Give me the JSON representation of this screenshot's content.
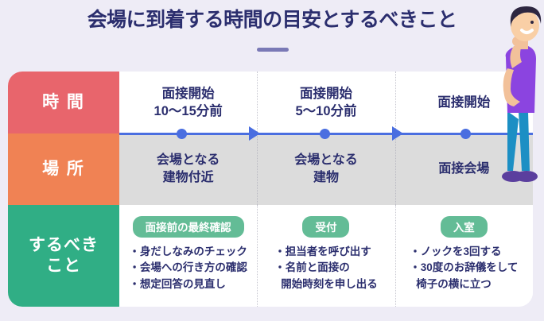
{
  "page": {
    "title": "会場に到着する時間の目安とするべきこと",
    "background_color": "#eeecf6",
    "title_color": "#2b2e6e",
    "underline_color": "#7a79b6"
  },
  "table": {
    "rows": [
      {
        "label": "時 間",
        "label_color": "#e8656c",
        "cells": [
          {
            "line1": "面接開始",
            "line2": "10〜15分前"
          },
          {
            "line1": "面接開始",
            "line2": "5〜10分前"
          },
          {
            "line1": "面接開始",
            "line2": ""
          }
        ]
      },
      {
        "label": "場 所",
        "label_color": "#f08254",
        "cells": [
          {
            "line1": "会場となる",
            "line2": "建物付近"
          },
          {
            "line1": "会場となる",
            "line2": "建物"
          },
          {
            "line1": "面接会場",
            "line2": ""
          }
        ]
      },
      {
        "label_line1": "するべき",
        "label_line2": "こと",
        "label_color": "#30ae85",
        "pill_color": "#63bc96",
        "cells": [
          {
            "pill": "面接前の最終確認",
            "bullets": [
              "・身だしなみのチェック",
              "・会場への行き方の確認",
              "・想定回答の見直し"
            ],
            "continuation": ""
          },
          {
            "pill": "受付",
            "bullets": [
              "・担当者を呼び出す",
              "・名前と面接の"
            ],
            "continuation": "開始時刻を申し出る"
          },
          {
            "pill": "入室",
            "bullets": [
              "・ノックを3回する",
              "・30度のお辞儀をして"
            ],
            "continuation": "椅子の横に立つ"
          }
        ]
      }
    ]
  },
  "timeline": {
    "color": "#4a6ee0",
    "dots": 3,
    "arrows": 2
  },
  "illustration": {
    "name": "thinking-person",
    "shirt_color": "#8b44e0",
    "pants_color": "#1c8fc4",
    "shoe_color": "#5b3f9e",
    "skin_color": "#f2c19a",
    "hair_color": "#2d2640"
  }
}
